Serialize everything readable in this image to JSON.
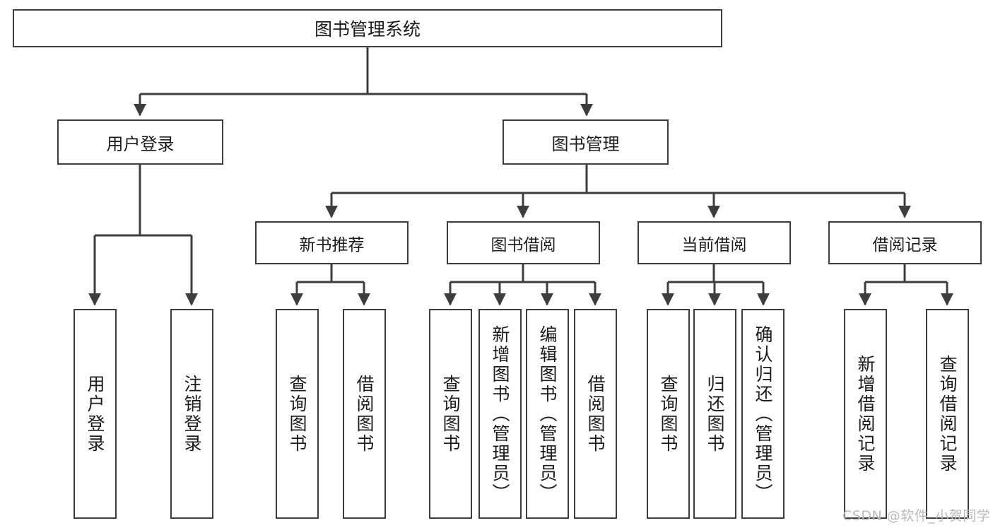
{
  "diagram": {
    "title": "图书管理系统",
    "type": "hierarchy-tree",
    "colors": {
      "box_border": "#3d3d3d",
      "box_fill": "#ffffff",
      "connector": "#3d3d3d",
      "text": "#1c1c1c",
      "watermark": "#b9b9b9"
    },
    "root": {
      "label": "图书管理系统"
    },
    "level1": [
      {
        "label": "用户登录"
      },
      {
        "label": "图书管理"
      }
    ],
    "level2": [
      {
        "label": "新书推荐"
      },
      {
        "label": "图书借阅"
      },
      {
        "label": "当前借阅"
      },
      {
        "label": "借阅记录"
      }
    ],
    "leaves": {
      "user_login": [
        {
          "label": "用户登录"
        },
        {
          "label": "注销登录"
        }
      ],
      "new_book_recommend": [
        {
          "label": "查询图书"
        },
        {
          "label": "借阅图书"
        }
      ],
      "book_borrow": [
        {
          "label": "查询图书"
        },
        {
          "label": "新增图书（管理员）"
        },
        {
          "label": "编辑图书（管理员）"
        },
        {
          "label": "借阅图书"
        }
      ],
      "current_borrow": [
        {
          "label": "查询图书"
        },
        {
          "label": "归还图书"
        },
        {
          "label": "确认归还（管理员）"
        }
      ],
      "borrow_record": [
        {
          "label": "新增借阅记录"
        },
        {
          "label": "查询借阅记录"
        }
      ]
    }
  },
  "watermark": {
    "text": "CSDN @软件_小贺同学"
  }
}
